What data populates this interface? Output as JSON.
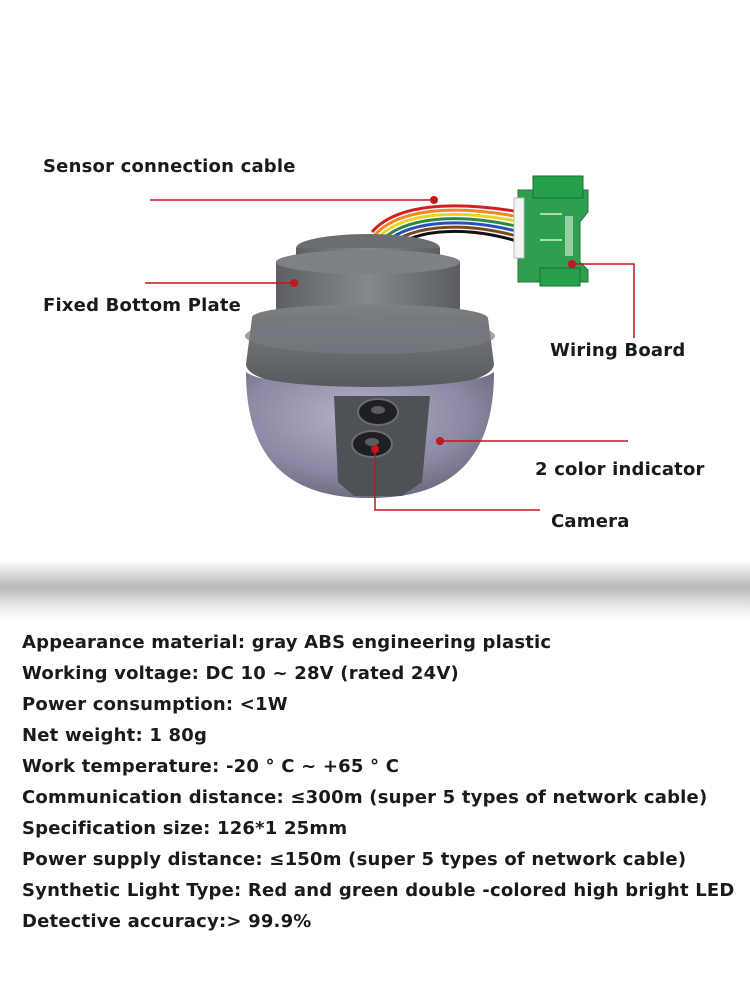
{
  "callouts": {
    "sensor_cable": "Sensor connection cable",
    "bottom_plate": "Fixed Bottom Plate",
    "wiring_board": "Wiring Board",
    "indicator": "2 color indicator",
    "camera": "Camera"
  },
  "colors": {
    "leader_line": "#c4161c",
    "housing": "#6b6e73",
    "lens_dome": "#8e8ea6",
    "pcb_green": "#2e9f4e"
  },
  "specs": [
    "Appearance material: gray ABS engineering plastic",
    "Working voltage: DC 10 ~ 28V (rated 24V)",
    "Power consumption: <1W",
    "Net weight: 1 80g",
    "Work temperature: -20 ° C ~ +65 ° C",
    "Communication distance: ≤300m (super 5 types of network cable)",
    "Specification size: 126*1 25mm",
    "Power supply distance: ≤150m (super 5 types of network cable)",
    "Synthetic Light Type: Red and green double -colored high bright LED",
    "Detective accuracy:> 99.9%"
  ]
}
